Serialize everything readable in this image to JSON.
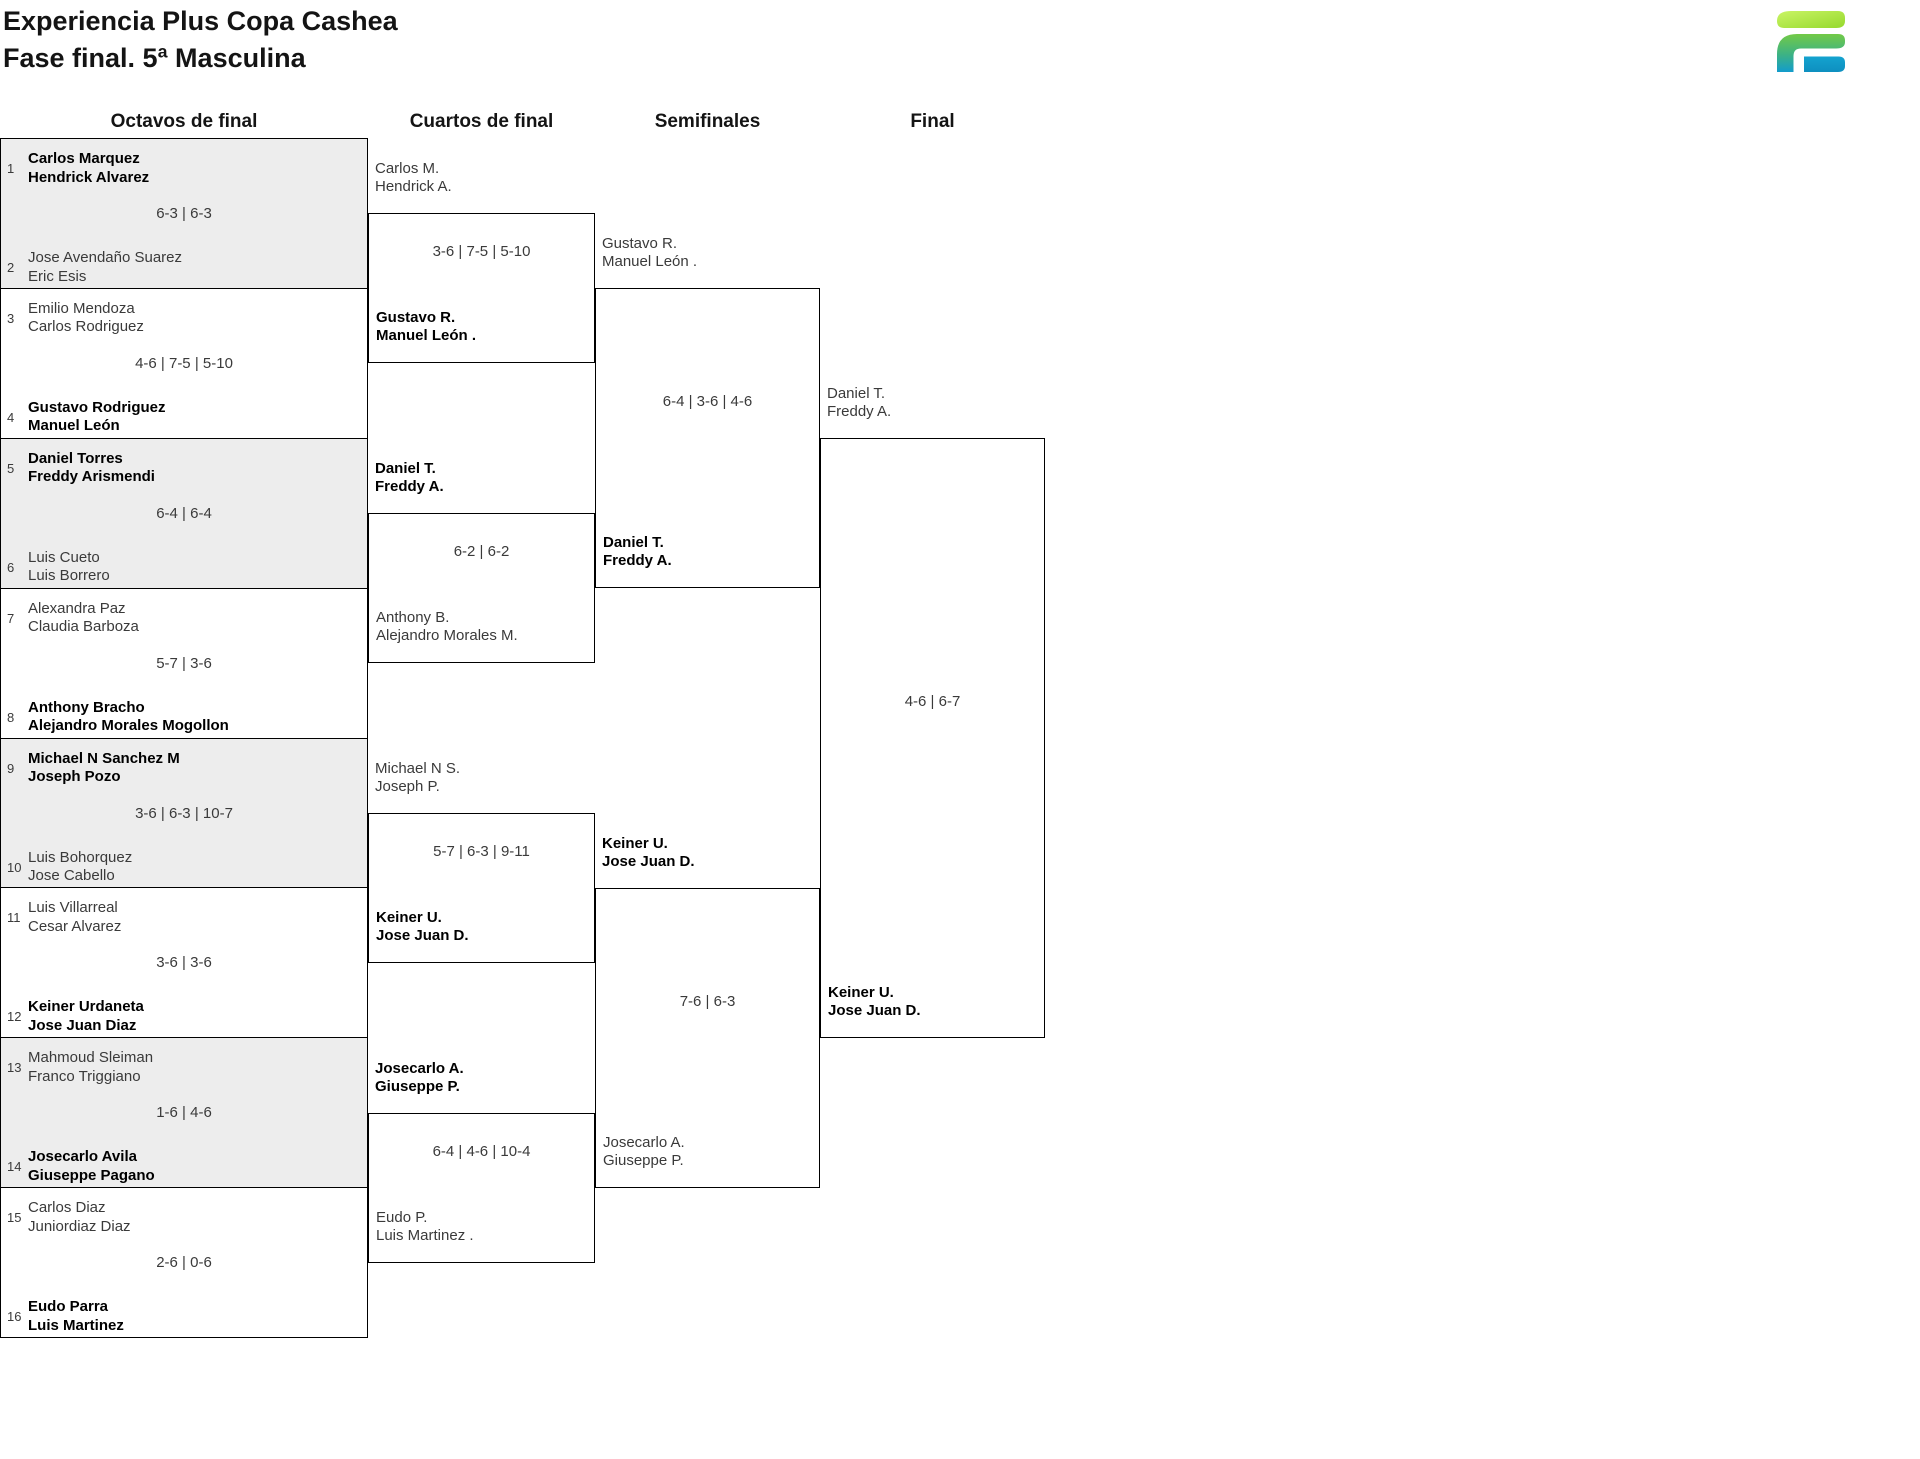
{
  "header": {
    "title_line1": "Experiencia Plus Copa Cashea",
    "title_line2": "Fase final. 5ª Masculina"
  },
  "rounds": {
    "octavos": "Octavos de final",
    "cuartos": "Cuartos de final",
    "semifinales": "Semifinales",
    "final": "Final"
  },
  "logo": {
    "name": "club-logo",
    "colors": {
      "lime_start": "#c9f464",
      "lime_end": "#96d92e",
      "green_top": "#72ca47",
      "teal_mid": "#3cb285",
      "blue_bottom": "#129ccc",
      "bar_top": "#14a3cf",
      "bar_bottom": "#0e8fc0"
    }
  },
  "octavos": {
    "matches": [
      {
        "seed_top": "1",
        "top": [
          "Carlos Marquez",
          "Hendrick Alvarez"
        ],
        "score": "6-3 | 6-3",
        "seed_bottom": "2",
        "bottom": [
          "Jose Avendaño Suarez",
          "Eric Esis"
        ],
        "winner": "top"
      },
      {
        "seed_top": "3",
        "top": [
          "Emilio Mendoza",
          "Carlos Rodriguez"
        ],
        "score": "4-6 | 7-5 | 5-10",
        "seed_bottom": "4",
        "bottom": [
          "Gustavo Rodriguez",
          "Manuel León"
        ],
        "winner": "bottom"
      },
      {
        "seed_top": "5",
        "top": [
          "Daniel Torres",
          "Freddy Arismendi"
        ],
        "score": "6-4 | 6-4",
        "seed_bottom": "6",
        "bottom": [
          "Luis Cueto",
          "Luis Borrero"
        ],
        "winner": "top"
      },
      {
        "seed_top": "7",
        "top": [
          "Alexandra Paz",
          "Claudia Barboza"
        ],
        "score": "5-7 | 3-6",
        "seed_bottom": "8",
        "bottom": [
          "Anthony Bracho",
          "Alejandro Morales Mogollon"
        ],
        "winner": "bottom"
      },
      {
        "seed_top": "9",
        "top": [
          "Michael N Sanchez M",
          "Joseph Pozo"
        ],
        "score": "3-6 | 6-3 | 10-7",
        "seed_bottom": "10",
        "bottom": [
          "Luis Bohorquez",
          "Jose Cabello"
        ],
        "winner": "top"
      },
      {
        "seed_top": "11",
        "top": [
          "Luis Villarreal",
          "Cesar Alvarez"
        ],
        "score": "3-6 | 3-6",
        "seed_bottom": "12",
        "bottom": [
          "Keiner Urdaneta",
          "Jose Juan Diaz"
        ],
        "winner": "bottom"
      },
      {
        "seed_top": "13",
        "top": [
          "Mahmoud Sleiman",
          "Franco Triggiano"
        ],
        "score": "1-6 | 4-6",
        "seed_bottom": "14",
        "bottom": [
          "Josecarlo Avila",
          "Giuseppe Pagano"
        ],
        "winner": "bottom"
      },
      {
        "seed_top": "15",
        "top": [
          "Carlos Diaz",
          "Juniordiaz Diaz"
        ],
        "score": "2-6 | 0-6",
        "seed_bottom": "16",
        "bottom": [
          "Eudo Parra",
          "Luis Martinez"
        ],
        "winner": "bottom"
      }
    ]
  },
  "cuartos": {
    "matches": [
      {
        "top": [
          "Carlos M.",
          "Hendrick A."
        ],
        "score": "3-6 | 7-5 | 5-10",
        "bottom": [
          "Gustavo R.",
          "Manuel León ."
        ],
        "winner": "bottom"
      },
      {
        "top": [
          "Daniel T.",
          "Freddy A."
        ],
        "score": "6-2 | 6-2",
        "bottom": [
          "Anthony B.",
          "Alejandro Morales M."
        ],
        "winner": "top"
      },
      {
        "top": [
          "Michael N S.",
          "Joseph P."
        ],
        "score": "5-7 | 6-3 | 9-11",
        "bottom": [
          "Keiner U.",
          "Jose Juan D."
        ],
        "winner": "bottom"
      },
      {
        "top": [
          "Josecarlo A.",
          "Giuseppe P."
        ],
        "score": "6-4 | 4-6 | 10-4",
        "bottom": [
          "Eudo P.",
          "Luis Martinez ."
        ],
        "winner": "top"
      }
    ]
  },
  "semifinales": {
    "matches": [
      {
        "top": [
          "Gustavo R.",
          "Manuel León ."
        ],
        "score": "6-4 | 3-6 | 4-6",
        "bottom": [
          "Daniel T.",
          "Freddy A."
        ],
        "winner": "bottom"
      },
      {
        "top": [
          "Keiner U.",
          "Jose Juan D."
        ],
        "score": "7-6 | 6-3",
        "bottom": [
          "Josecarlo A.",
          "Giuseppe P."
        ],
        "winner": "top"
      }
    ]
  },
  "final": {
    "matches": [
      {
        "top": [
          "Daniel T.",
          "Freddy A."
        ],
        "score": "4-6 | 6-7",
        "bottom": [
          "Keiner U.",
          "Jose Juan D."
        ],
        "winner": "bottom"
      }
    ]
  }
}
